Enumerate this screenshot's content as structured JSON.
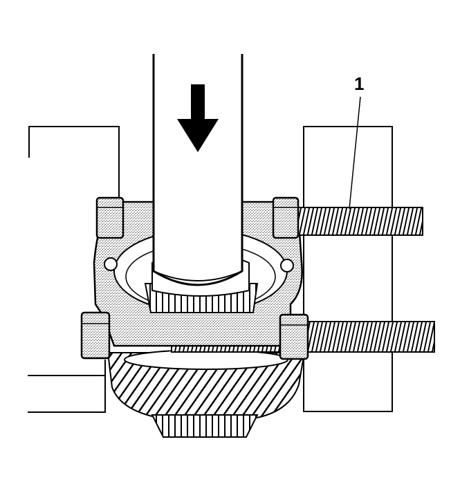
{
  "diagram": {
    "callouts": [
      {
        "id": "1",
        "label": "1",
        "target": "threaded-rod"
      }
    ],
    "direction_indicator": "down-arrow-icon",
    "colors": {
      "line": "#000000",
      "fill": "#ffffff",
      "stipple": "#b5b5b5"
    }
  }
}
